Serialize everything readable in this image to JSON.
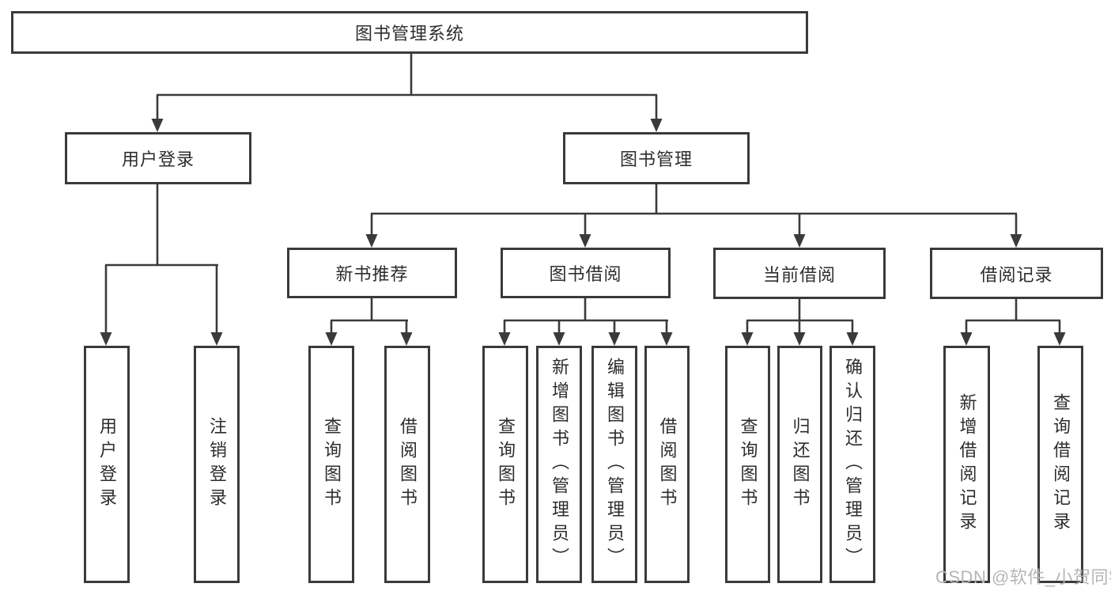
{
  "tree": {
    "root": "图书管理系统",
    "user_login": {
      "label": "用户登录",
      "children": [
        "用户登录",
        "注销登录"
      ]
    },
    "book_mgmt": {
      "label": "图书管理",
      "sections": [
        {
          "label": "新书推荐",
          "children": [
            "查询图书",
            "借阅图书"
          ]
        },
        {
          "label": "图书借阅",
          "children": [
            "查询图书",
            "新增图书（管理员）",
            "编辑图书（管理员）",
            "借阅图书"
          ]
        },
        {
          "label": "当前借阅",
          "children": [
            "查询图书",
            "归还图书",
            "确认归还（管理员）"
          ]
        },
        {
          "label": "借阅记录",
          "children": [
            "新增借阅记录",
            "查询借阅记录"
          ]
        }
      ]
    }
  },
  "watermark": {
    "text": "CSDN @软件_小贺同学"
  },
  "colors": {
    "line": "#3a3a3a",
    "text": "#2d2d2d",
    "watermark": "#b5b5b5",
    "background": "#ffffff"
  }
}
